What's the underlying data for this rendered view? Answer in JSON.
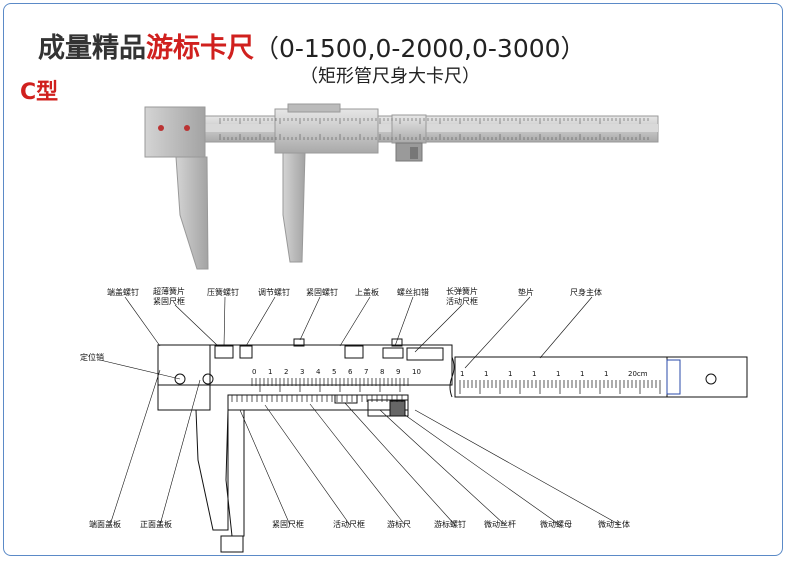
{
  "header": {
    "title_black": "成量精品",
    "title_red": "游标卡尺",
    "range": "（0-1500,0-2000,0-3000）",
    "subtitle": "（矩形管尺身大卡尺）",
    "model": "C型"
  },
  "diagram": {
    "labels": {
      "end_screw": "端盖螺钉",
      "spring_plate": "超薄簧片",
      "fix_frame": "紧固尺框",
      "press_screw": "压簧螺钉",
      "adjust_screw": "调节螺钉",
      "tight_screw": "紧固螺钉",
      "upper_plate": "上盖板",
      "nut": "螺丝扣错",
      "long_spring": "长弹簧片",
      "moving_frame": "活动尺框",
      "pad": "垫片",
      "ruler_body": "尺身主体",
      "locating_pin": "定位销",
      "end_cover": "端面盖板",
      "front_cover": "正面盖板",
      "fix_frame_b": "紧固尺框",
      "moving_frame_b": "活动尺框",
      "vernier": "游标尺",
      "vernier_screw": "游标螺钉",
      "fine_rod": "微动丝杆",
      "fine_nut": "微动螺母",
      "fine_body": "微动主体"
    },
    "main_scale_numbers": [
      "0",
      "1",
      "2",
      "3",
      "4",
      "5",
      "6",
      "7",
      "8",
      "9",
      "10"
    ],
    "right_scale_numbers": [
      "1",
      "1",
      "1",
      "1",
      "1",
      "1",
      "1",
      "20cm"
    ]
  }
}
